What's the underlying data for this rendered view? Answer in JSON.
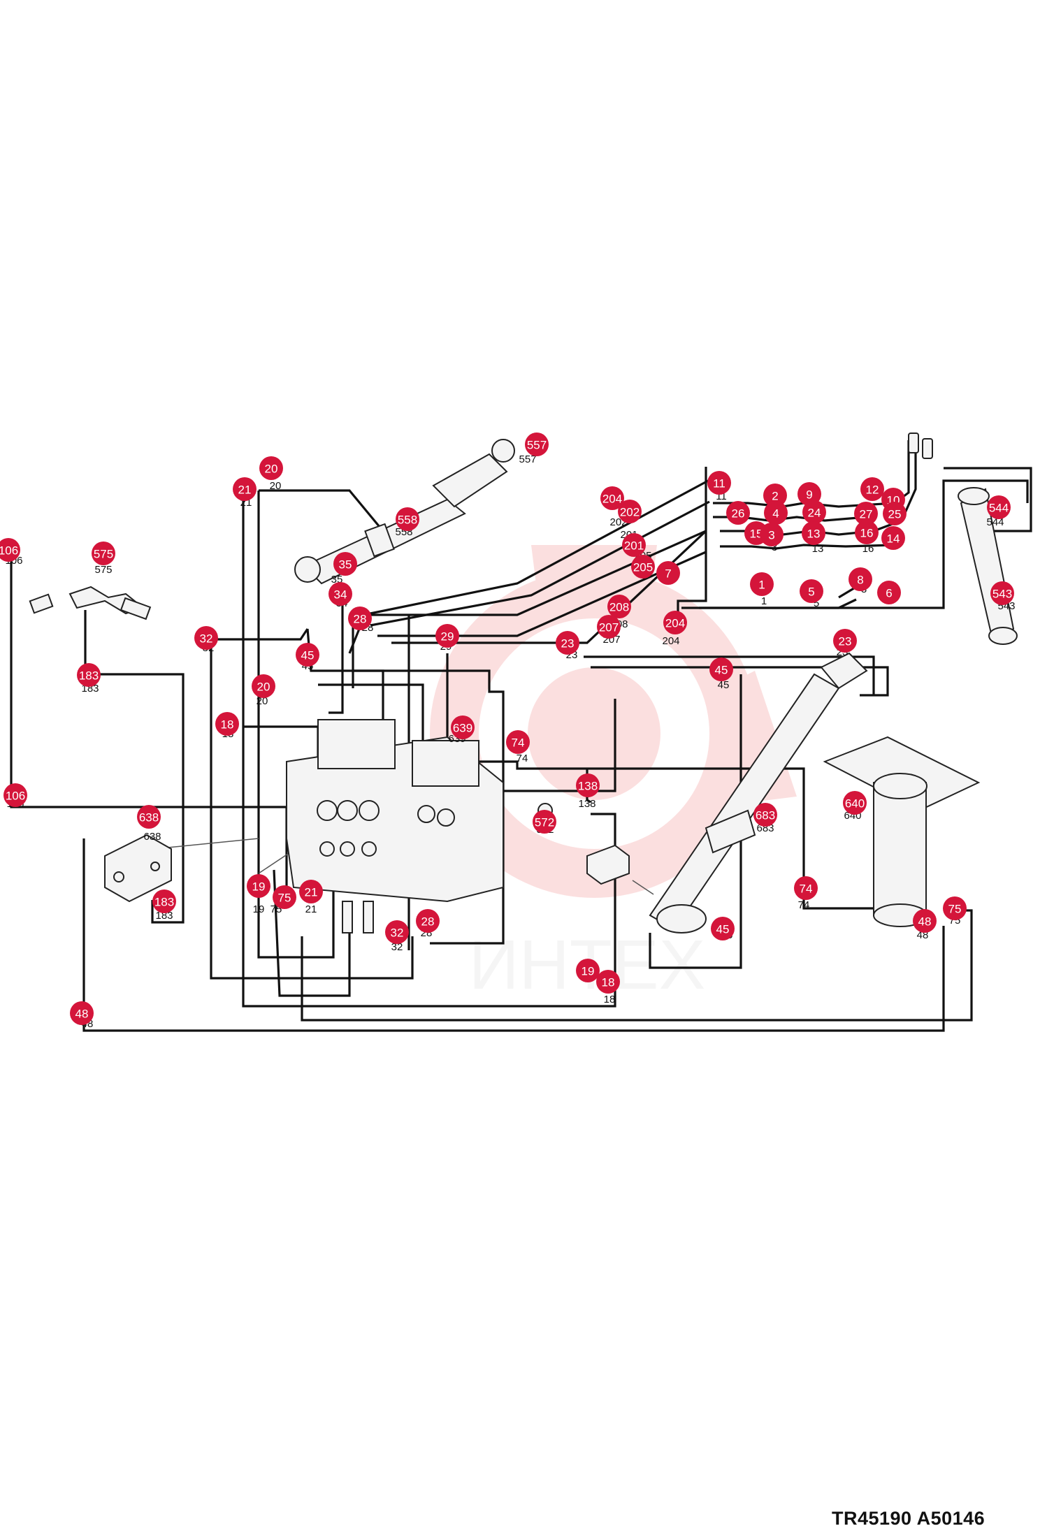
{
  "footer_code": "TR45190 A50146",
  "watermark_text": "ИНТЕХ",
  "colors": {
    "callout": "#d4153a",
    "line": "#111111",
    "watermark": "#e84040"
  },
  "callouts": [
    {
      "id": "557"
    },
    {
      "id": "20"
    },
    {
      "id": "21"
    },
    {
      "id": "558"
    },
    {
      "id": "106"
    },
    {
      "id": "575"
    },
    {
      "id": "35"
    },
    {
      "id": "34"
    },
    {
      "id": "28"
    },
    {
      "id": "32"
    },
    {
      "id": "45"
    },
    {
      "id": "183"
    },
    {
      "id": "20"
    },
    {
      "id": "18"
    },
    {
      "id": "29"
    },
    {
      "id": "639"
    },
    {
      "id": "74"
    },
    {
      "id": "106"
    },
    {
      "id": "638"
    },
    {
      "id": "19"
    },
    {
      "id": "75"
    },
    {
      "id": "21"
    },
    {
      "id": "183"
    },
    {
      "id": "32"
    },
    {
      "id": "28"
    },
    {
      "id": "48"
    },
    {
      "id": "138"
    },
    {
      "id": "572"
    },
    {
      "id": "683"
    },
    {
      "id": "45"
    },
    {
      "id": "19"
    },
    {
      "id": "18"
    },
    {
      "id": "74"
    },
    {
      "id": "204"
    },
    {
      "id": "202"
    },
    {
      "id": "201"
    },
    {
      "id": "205"
    },
    {
      "id": "7"
    },
    {
      "id": "208"
    },
    {
      "id": "207"
    },
    {
      "id": "204"
    },
    {
      "id": "23"
    },
    {
      "id": "11"
    },
    {
      "id": "2"
    },
    {
      "id": "9"
    },
    {
      "id": "12"
    },
    {
      "id": "10"
    },
    {
      "id": "26"
    },
    {
      "id": "4"
    },
    {
      "id": "24"
    },
    {
      "id": "27"
    },
    {
      "id": "25"
    },
    {
      "id": "15"
    },
    {
      "id": "3"
    },
    {
      "id": "13"
    },
    {
      "id": "16"
    },
    {
      "id": "14"
    },
    {
      "id": "544"
    },
    {
      "id": "1"
    },
    {
      "id": "5"
    },
    {
      "id": "8"
    },
    {
      "id": "6"
    },
    {
      "id": "543"
    },
    {
      "id": "23"
    },
    {
      "id": "45"
    },
    {
      "id": "640"
    },
    {
      "id": "48"
    },
    {
      "id": "75"
    }
  ],
  "labels": [
    {
      "text": "557"
    },
    {
      "text": "20"
    },
    {
      "text": "21"
    },
    {
      "text": "558"
    },
    {
      "text": "106"
    },
    {
      "text": "575"
    },
    {
      "text": "35"
    },
    {
      "text": "34"
    },
    {
      "text": "28"
    },
    {
      "text": "32"
    },
    {
      "text": "45"
    },
    {
      "text": "183"
    },
    {
      "text": "20"
    },
    {
      "text": "18"
    },
    {
      "text": "29"
    },
    {
      "text": "639"
    },
    {
      "text": "74"
    },
    {
      "text": "106"
    },
    {
      "text": "638"
    },
    {
      "text": "19"
    },
    {
      "text": "75"
    },
    {
      "text": "21"
    },
    {
      "text": "183"
    },
    {
      "text": "32"
    },
    {
      "text": "28"
    },
    {
      "text": "48"
    },
    {
      "text": "138"
    },
    {
      "text": "572"
    },
    {
      "text": "683"
    },
    {
      "text": "45"
    },
    {
      "text": "18"
    },
    {
      "text": "74"
    },
    {
      "text": "202"
    },
    {
      "text": "201"
    },
    {
      "text": "205"
    },
    {
      "text": "7"
    },
    {
      "text": "208"
    },
    {
      "text": "207"
    },
    {
      "text": "204"
    },
    {
      "text": "23"
    },
    {
      "text": "11"
    },
    {
      "text": "2"
    },
    {
      "text": "9"
    },
    {
      "text": "10"
    },
    {
      "text": "3"
    },
    {
      "text": "13"
    },
    {
      "text": "16"
    },
    {
      "text": "544"
    },
    {
      "text": "1"
    },
    {
      "text": "5"
    },
    {
      "text": "8"
    },
    {
      "text": "543"
    },
    {
      "text": "23"
    },
    {
      "text": "45"
    },
    {
      "text": "640"
    },
    {
      "text": "48"
    },
    {
      "text": "75"
    }
  ]
}
